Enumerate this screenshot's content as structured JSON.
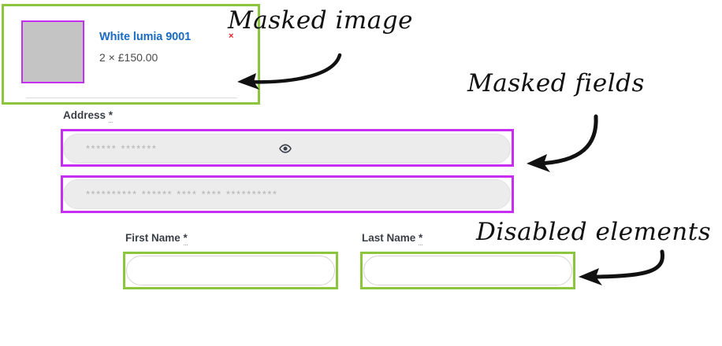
{
  "cart": {
    "product_title": "White lumia 9001",
    "quantity_price": "2 × £150.00",
    "remove_label": "×",
    "thumbnail_name": "product-image-masked"
  },
  "form": {
    "address": {
      "label": "Address ",
      "required_marker": "*",
      "masked_value": "****** *******",
      "toggle_icon": "eye-icon"
    },
    "address_line_2": {
      "masked_value": "********** ****** **** **** **********"
    },
    "first_name": {
      "label": "First Name ",
      "required_marker": "*",
      "value": ""
    },
    "last_name": {
      "label": "Last Name ",
      "required_marker": "*",
      "value": ""
    }
  },
  "annotations": [
    {
      "id": "masked-image",
      "text": "Masked image"
    },
    {
      "id": "masked-fields",
      "text": "Masked fields"
    },
    {
      "id": "disabled-elements",
      "text": "Disabled elements"
    }
  ],
  "colors": {
    "highlight_green": "#8cc63e",
    "highlight_purple": "#c42ff0",
    "product_link": "#1a6bc4",
    "masked_placeholder": "#b4b4b4",
    "remove_x": "#e01b24",
    "thumb_fill": "#c4c4c4"
  }
}
